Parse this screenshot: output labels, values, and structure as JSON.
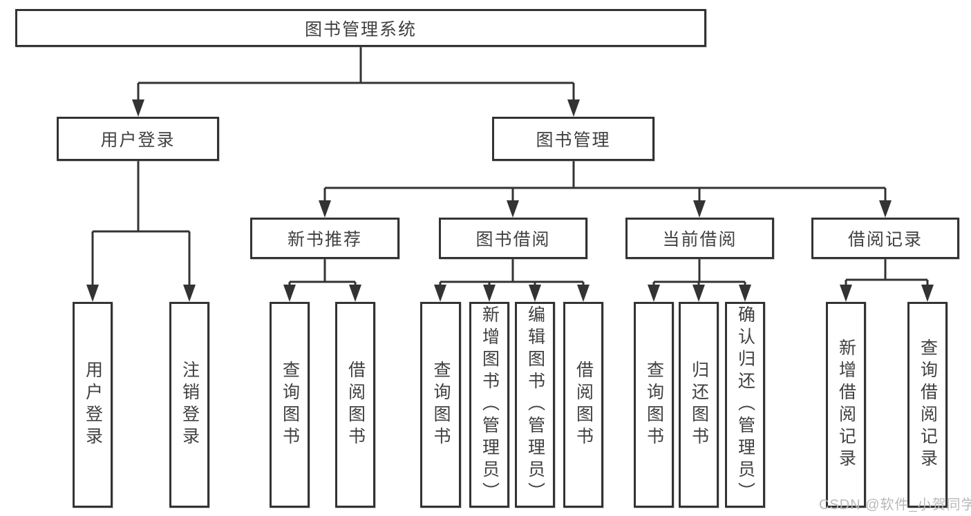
{
  "diagram": {
    "root": {
      "label": "图书管理系统"
    },
    "branches": [
      {
        "label": "用户登录",
        "children": [
          {
            "label": "用户登录"
          },
          {
            "label": "注销登录"
          }
        ]
      },
      {
        "label": "图书管理",
        "children": [
          {
            "label": "新书推荐",
            "children": [
              {
                "label": "查询图书"
              },
              {
                "label": "借阅图书"
              }
            ]
          },
          {
            "label": "图书借阅",
            "children": [
              {
                "label": "查询图书"
              },
              {
                "label": "新增图书（管理员）"
              },
              {
                "label": "编辑图书（管理员）"
              },
              {
                "label": "借阅图书"
              }
            ]
          },
          {
            "label": "当前借阅",
            "children": [
              {
                "label": "查询图书"
              },
              {
                "label": "归还图书"
              },
              {
                "label": "确认归还（管理员）"
              }
            ]
          },
          {
            "label": "借阅记录",
            "children": [
              {
                "label": "新增借阅记录"
              },
              {
                "label": "查询借阅记录"
              }
            ]
          }
        ]
      }
    ]
  },
  "watermark": {
    "text": "CSDN @软件_小贺同学"
  },
  "colors": {
    "line": "#333333",
    "text": "#404040",
    "box_background": "#ffffff",
    "page_background": "#ffffff",
    "watermark_text": "#b9b9b9"
  }
}
